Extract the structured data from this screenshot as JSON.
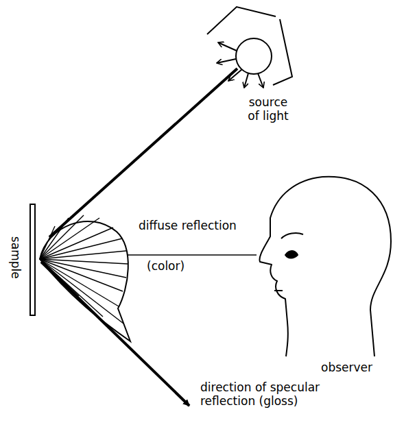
{
  "diagram": {
    "labels": [
      "source of light",
      "sample",
      "diffuse reflection",
      "(color)",
      "observer",
      "direction of specular reflection (gloss)"
    ]
  }
}
